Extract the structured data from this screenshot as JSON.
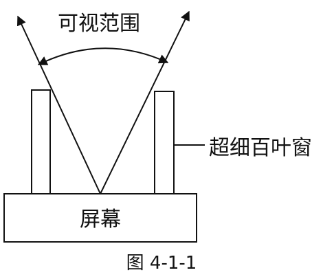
{
  "diagram": {
    "view_angle_label": "可视范围",
    "louver_label": "超细百叶窗",
    "screen_label": "屏幕",
    "caption": "图 4-1-1"
  }
}
